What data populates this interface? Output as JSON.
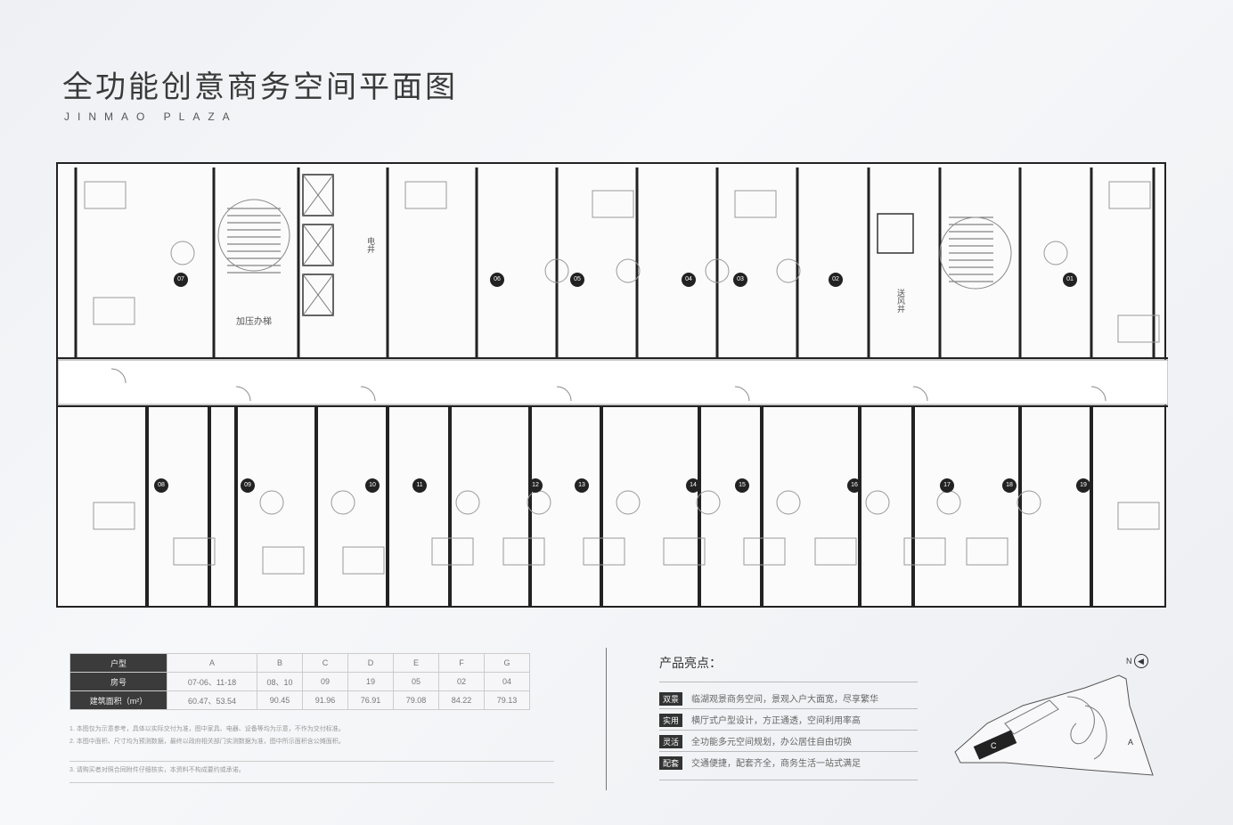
{
  "header": {
    "title": "全功能创意商务空间平面图",
    "subtitle": "JINMAO PLAZA"
  },
  "plan": {
    "labels": {
      "stair_label": "加压办梯",
      "shaft_label": "电井",
      "corridor_label": "送风井"
    },
    "north_units": [
      "07",
      "06",
      "05",
      "04",
      "03",
      "02",
      "01"
    ],
    "south_units": [
      "08",
      "09",
      "10",
      "11",
      "12",
      "13",
      "14",
      "15",
      "16",
      "17",
      "18",
      "19"
    ]
  },
  "spec_table": {
    "headers": [
      "户型",
      "A",
      "B",
      "C",
      "D",
      "E",
      "F",
      "G"
    ],
    "row_rooms": [
      "房号",
      "07-06、11-18",
      "08、10",
      "09",
      "19",
      "05",
      "02",
      "04"
    ],
    "row_area": [
      "建筑面积（m²）",
      "60.47、53.54",
      "90.45",
      "91.96",
      "76.91",
      "79.08",
      "84.22",
      "79.13"
    ]
  },
  "notes": [
    "1. 本图仅为示意参考，具体以实际交付为准，图中家具、电器、设备等均为示意，不作为交付标准。",
    "2. 本图中面积、尺寸均为预测数据，最终以政府相关部门实测数据为准，图中所示面积含公摊面积。",
    "3. 请购买者对照合同附件仔细核实，本资料不构成要约或承诺。"
  ],
  "highlights": {
    "title": "产品亮点：",
    "items": [
      {
        "tag": "双景",
        "text": "临湖观景商务空间，景观入户大面宽，尽享繁华"
      },
      {
        "tag": "实用",
        "text": "横厅式户型设计，方正通透，空间利用率高"
      },
      {
        "tag": "灵活",
        "text": "全功能多元空间规划，办公居住自由切换"
      },
      {
        "tag": "配套",
        "text": "交通便捷，配套齐全，商务生活一站式满足"
      }
    ]
  },
  "compass": {
    "label": "N",
    "arrow": "compass-arrow-icon"
  },
  "site_plan": {
    "highlight_label": "C",
    "other_label": "A"
  },
  "colors": {
    "wall": "#1a1a1a",
    "table_header": "#3b3b3b",
    "background": "#f2f3f6"
  }
}
